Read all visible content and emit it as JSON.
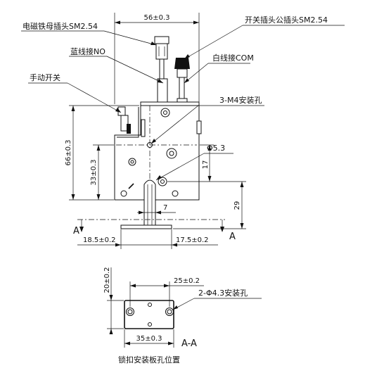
{
  "labels": {
    "solenoid_plug": "电磁铁母插头SM2.54",
    "switch_plug": "开关插头公插头SM2.54",
    "blue_wire": "蓝线接NO",
    "white_wire": "白线接COM",
    "manual_switch": "手动开关",
    "mount_holes_m4": "3-M4安装孔",
    "hole_dia": "Φ5.3",
    "plate_holes": "2-Φ4.3安装孔",
    "section_marker_left": "A",
    "section_marker_right": "A",
    "section_title": "A-A",
    "caption": "锁扣安装板孔位置"
  },
  "dimensions": {
    "top_width": "56±0.3",
    "height_total": "66±0.3",
    "height_half": "33±0.3",
    "dim_17": "17",
    "dim_29": "29",
    "dim_7": "7",
    "left_offset": "18.5±0.2",
    "right_offset": "17.5±0.2",
    "plate_height": "20±0.2",
    "plate_hole_spacing": "25±0.2",
    "plate_width": "35±0.3"
  }
}
